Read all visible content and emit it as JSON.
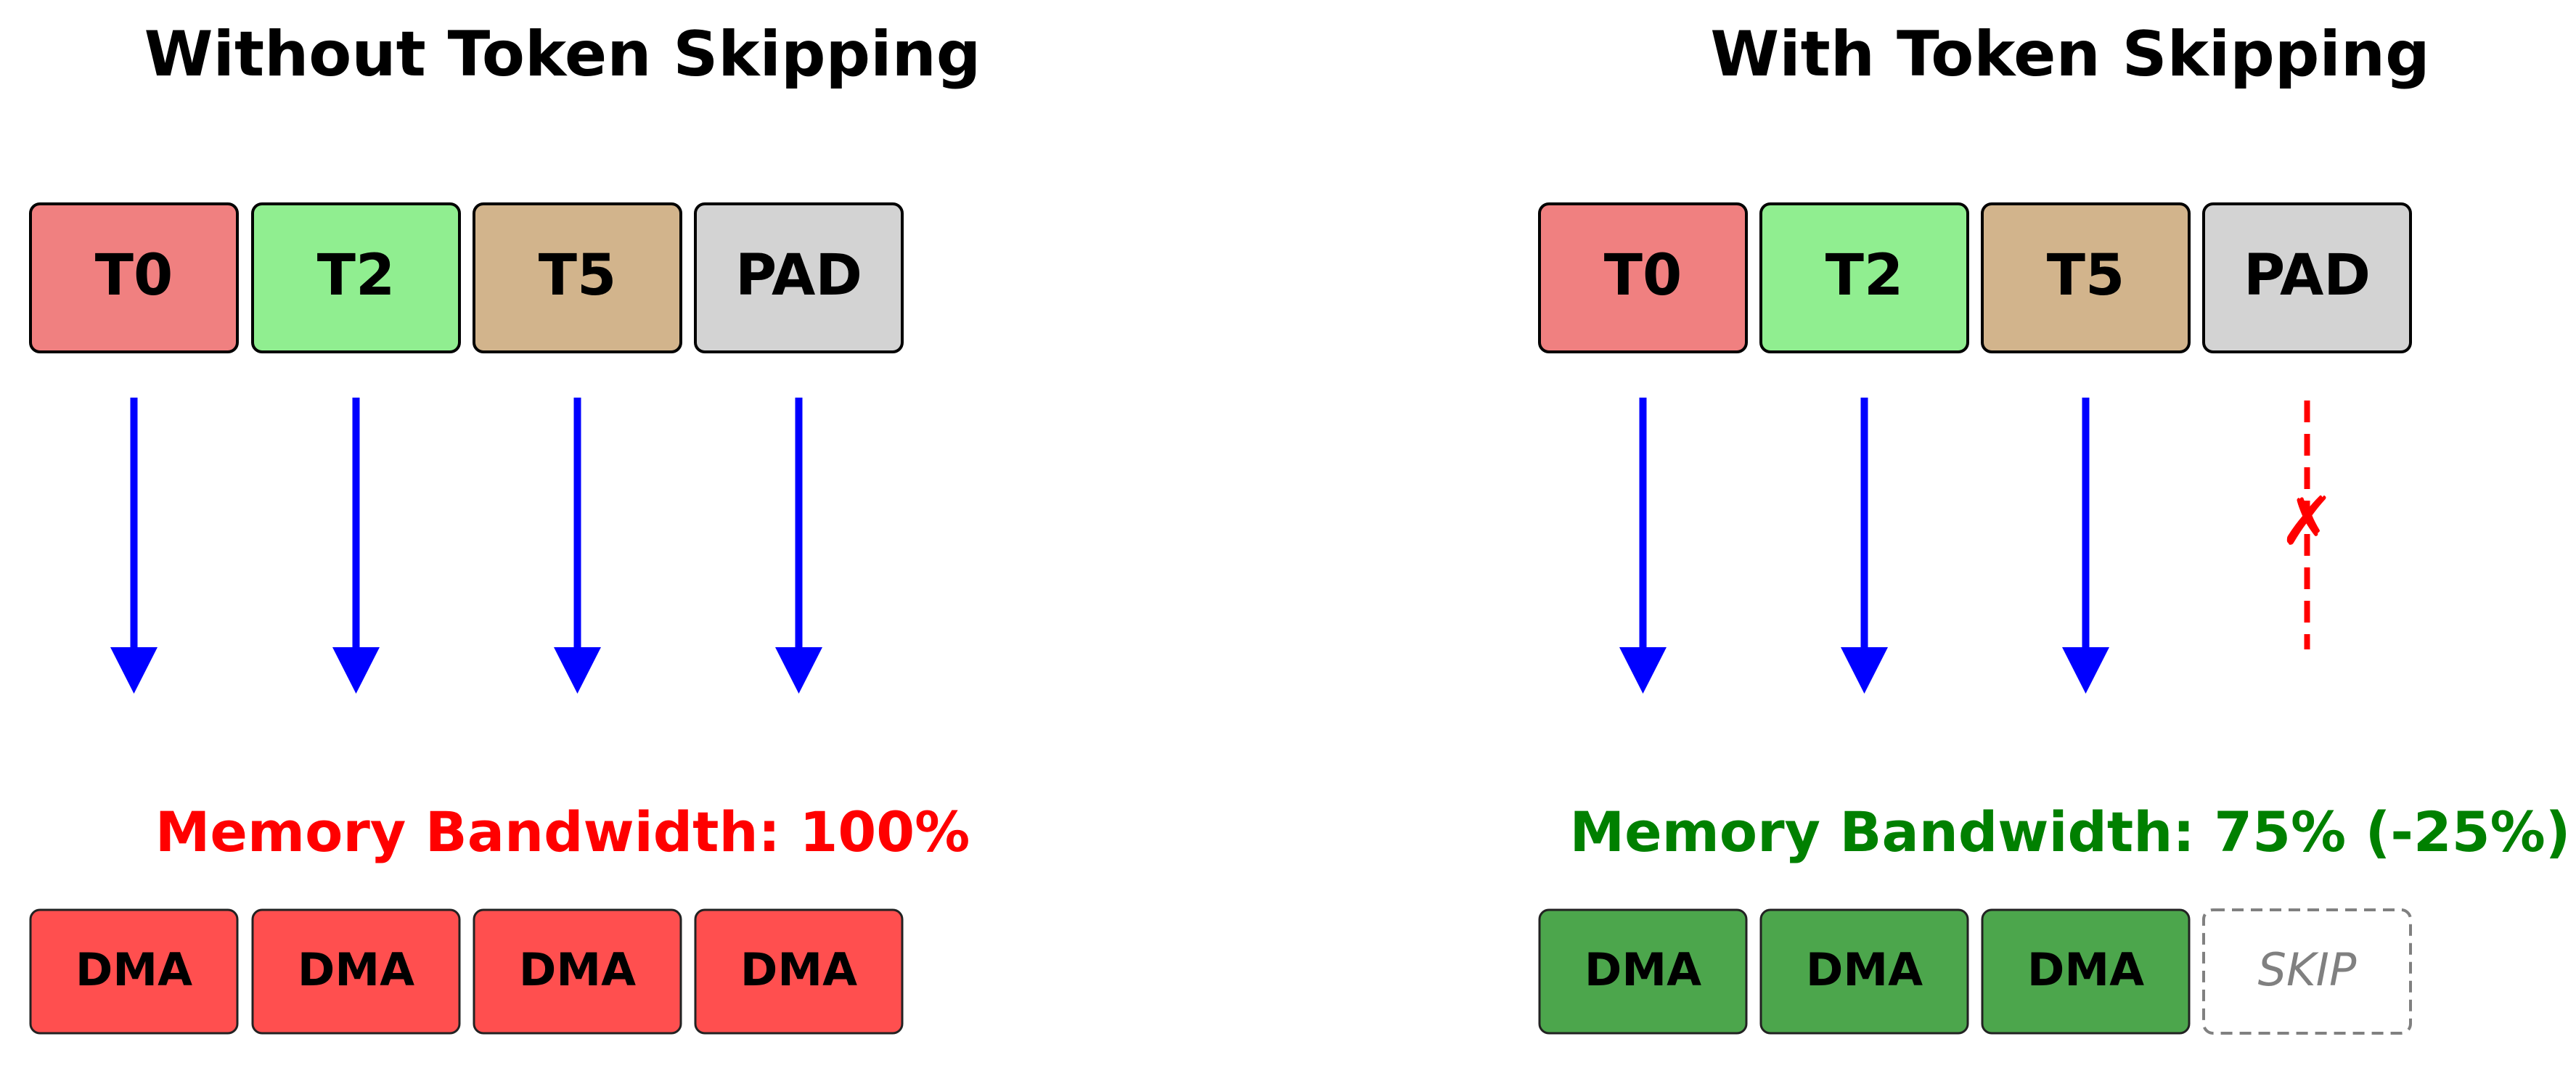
{
  "panels": [
    {
      "id": "without",
      "title": "Without Token Skipping",
      "tokens": [
        {
          "label": "T0",
          "color": "#f08080"
        },
        {
          "label": "T2",
          "color": "#90ee90"
        },
        {
          "label": "T5",
          "color": "#d2b48c"
        },
        {
          "label": "PAD",
          "color": "#d3d3d3"
        }
      ],
      "bandwidth_text": "Memory Bandwidth: 100%",
      "bandwidth_color": "#ff0000",
      "dma": [
        {
          "label": "DMA",
          "color": "#ff4f4f",
          "skipped": false
        },
        {
          "label": "DMA",
          "color": "#ff4f4f",
          "skipped": false
        },
        {
          "label": "DMA",
          "color": "#ff4f4f",
          "skipped": false
        },
        {
          "label": "DMA",
          "color": "#ff4f4f",
          "skipped": false
        }
      ]
    },
    {
      "id": "with",
      "title": "With Token Skipping",
      "tokens": [
        {
          "label": "T0",
          "color": "#f08080"
        },
        {
          "label": "T2",
          "color": "#90ee90"
        },
        {
          "label": "T5",
          "color": "#d2b48c"
        },
        {
          "label": "PAD",
          "color": "#d3d3d3"
        }
      ],
      "bandwidth_text": "Memory Bandwidth: 75% (-25%)",
      "bandwidth_color": "#008000",
      "dma": [
        {
          "label": "DMA",
          "color": "#4ca64c",
          "skipped": false
        },
        {
          "label": "DMA",
          "color": "#4ca64c",
          "skipped": false
        },
        {
          "label": "DMA",
          "color": "#4ca64c",
          "skipped": false
        },
        {
          "label": "SKIP",
          "color": "#ffffff",
          "skipped": true
        }
      ]
    }
  ],
  "skip_mark": "✗",
  "colors": {
    "arrow": "#0000ff",
    "skip_line": "#ff0000",
    "border": "#000000",
    "skip_border": "#808080"
  }
}
